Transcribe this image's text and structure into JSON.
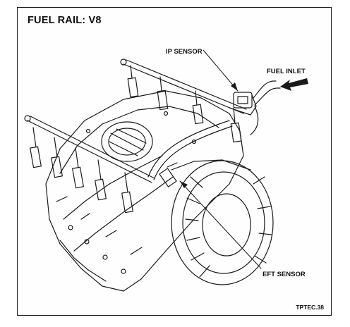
{
  "title": "FUEL RAIL: V8",
  "labels": {
    "ip_sensor": "IP SENSOR",
    "fuel_inlet": "FUEL INLET",
    "eft_sensor": "EFT SENSOR"
  },
  "figure_code": "TPTEC.38"
}
